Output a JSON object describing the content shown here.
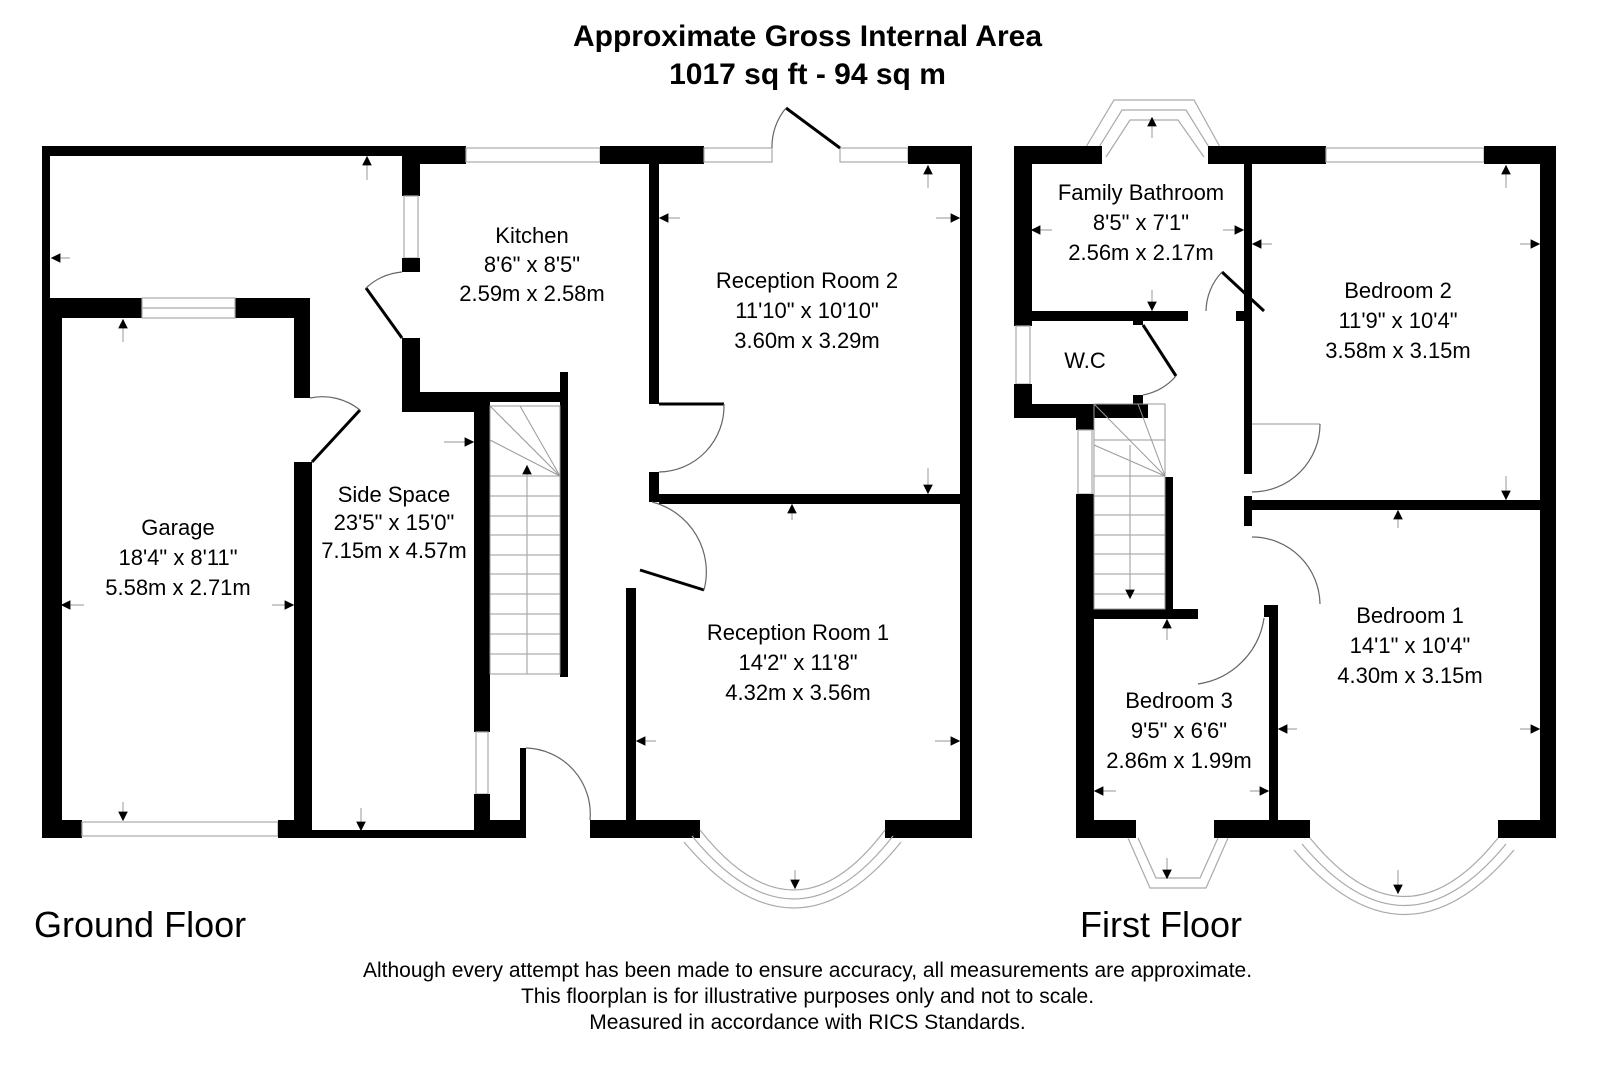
{
  "header": {
    "title": "Approximate Gross Internal Area",
    "area": "1017 sq ft - 94 sq m"
  },
  "floors": [
    {
      "label": "Ground Floor",
      "rooms": [
        {
          "name": "Kitchen",
          "imperial": "8'6\" x 8'5\"",
          "metric": "2.59m x 2.58m"
        },
        {
          "name": "Reception Room 2",
          "imperial": "11'10\" x 10'10\"",
          "metric": "3.60m x 3.29m"
        },
        {
          "name": "Garage",
          "imperial": "18'4\" x 8'11\"",
          "metric": "5.58m x 2.71m"
        },
        {
          "name": "Side Space",
          "imperial": "23'5\" x 15'0\"",
          "metric": "7.15m x 4.57m"
        },
        {
          "name": "Reception Room 1",
          "imperial": "14'2\" x 11'8\"",
          "metric": "4.32m x 3.56m"
        }
      ]
    },
    {
      "label": "First Floor",
      "rooms": [
        {
          "name": "Family Bathroom",
          "imperial": "8'5\" x 7'1\"",
          "metric": "2.56m x 2.17m"
        },
        {
          "name": "W.C",
          "imperial": "",
          "metric": ""
        },
        {
          "name": "Bedroom 2",
          "imperial": "11'9\" x 10'4\"",
          "metric": "3.58m x 3.15m"
        },
        {
          "name": "Bedroom 1",
          "imperial": "14'1\" x 10'4\"",
          "metric": "4.30m x 3.15m"
        },
        {
          "name": "Bedroom 3",
          "imperial": "9'5\" x 6'6\"",
          "metric": "2.86m x 1.99m"
        }
      ]
    }
  ],
  "disclaimer": {
    "line1": "Although every attempt has been made to ensure accuracy, all measurements are approximate.",
    "line2": "This floorplan is for illustrative purposes only and not to scale.",
    "line3": "Measured in accordance with RICS Standards."
  }
}
